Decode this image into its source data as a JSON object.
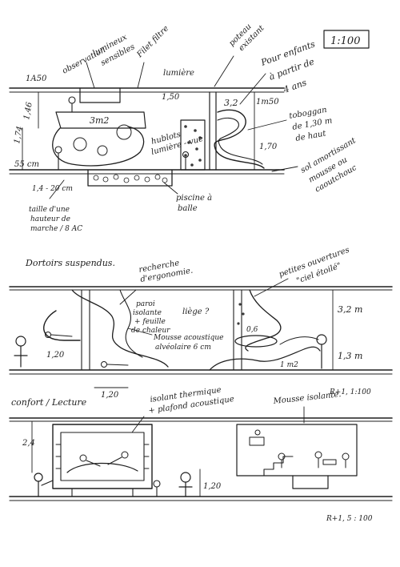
{
  "sheet": {
    "scale_top": "1:100",
    "scale_mid": "R+1, 1:100",
    "scale_bot": "R+1, 5 : 100"
  },
  "section1": {
    "corner_tag": "1A50",
    "observation": "observation",
    "lumineux": "lumineux",
    "sensibles": "sensibles",
    "filet_filtre": "Filet filtre",
    "lumiere": "lumière",
    "poteau": "poteau",
    "existant": "existant",
    "pour_enfants": "Pour enfants",
    "a_partir": "à partir de",
    "ans": "4 ans",
    "h_146": "1,46",
    "h_174": "1,74",
    "h_55": "55 cm",
    "area_3m2": "3m2",
    "h_150": "1,50",
    "h_3": "3,2",
    "h_1m50": "1m50",
    "toboggan": "toboggan",
    "toboggan_2": "de 1,30 m",
    "toboggan_3": "de haut",
    "hublots": "hublots",
    "lumiere_vue": "lumière - vue",
    "h_170": "1,70",
    "sol_1": "sol amortissant",
    "sol_2": "mousse ou",
    "sol_3": "caoutchouc",
    "dim_1120": "1,4 - 20 cm",
    "taille_1": "taille d'une",
    "taille_2": "hauteur de",
    "taille_3": "marche / 8 AC",
    "piscine_1": "piscine à",
    "piscine_2": "balle"
  },
  "section2": {
    "title": "Dortoirs suspendus.",
    "recherche_1": "recherche",
    "recherche_2": "d'ergonomie.",
    "paroi_1": "paroi",
    "paroi_2": "isolante",
    "paroi_3": "+ feuille",
    "paroi_4": "de chaleur",
    "mousse_1": "Mousse acoustique",
    "mousse_2": "alvéolaire 6 cm",
    "liege": "liège ?",
    "petites_1": "petites ouvertures",
    "petites_2": "\"ciel étoilé\"",
    "h_32m": "3,2 m",
    "h_06": "0,6",
    "h_13m": "1,3 m",
    "h_120_left": "1,20",
    "h_120_bot": "1,20",
    "area_1m2": "1 m2"
  },
  "section3": {
    "title": "confort / Lecture",
    "isolant_1": "isolant thermique",
    "isolant_2": "+ plafond acoustique",
    "mousse_rec": "Mousse isolante.",
    "h_24": "2,4",
    "h_120": "1,20"
  }
}
